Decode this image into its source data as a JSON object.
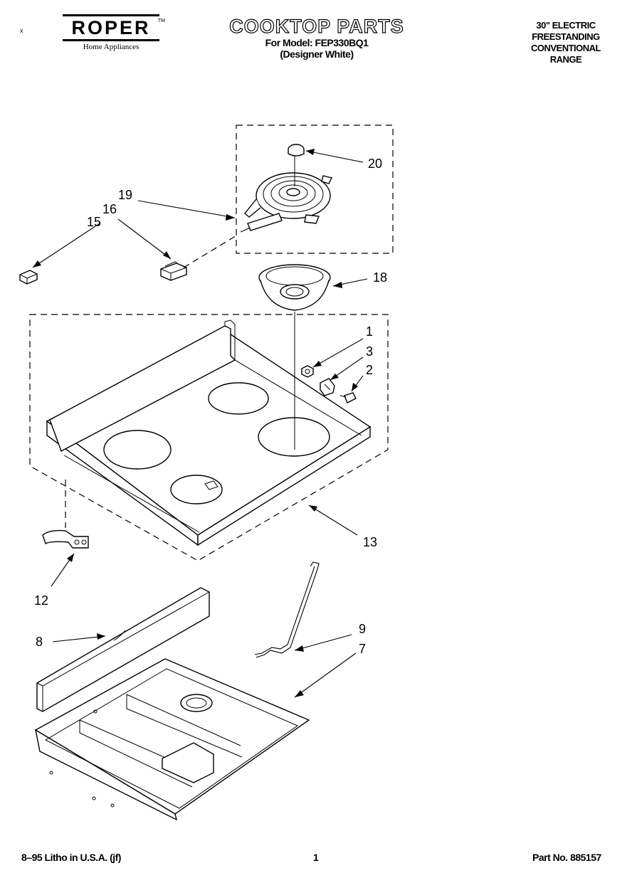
{
  "header": {
    "brand": "ROPER",
    "brand_sub": "Home Appliances",
    "trademark": "TM",
    "corner_mark": "x",
    "title": "COOKTOP PARTS",
    "model_line": "For Model: FEP330BQ1",
    "color_line": "(Designer White)",
    "spec_lines": [
      "30\" ELECTRIC",
      "FREESTANDING",
      "CONVENTIONAL",
      "RANGE"
    ]
  },
  "callouts": {
    "c20": "20",
    "c19": "19",
    "c16": "16",
    "c15": "15",
    "c18": "18",
    "c1": "1",
    "c3": "3",
    "c2": "2",
    "c13": "13",
    "c12": "12",
    "c9": "9",
    "c7": "7",
    "c8": "8"
  },
  "footer": {
    "left": "8–95 Litho in U.S.A. (jf)",
    "page": "1",
    "part_no": "Part No. 885157"
  }
}
